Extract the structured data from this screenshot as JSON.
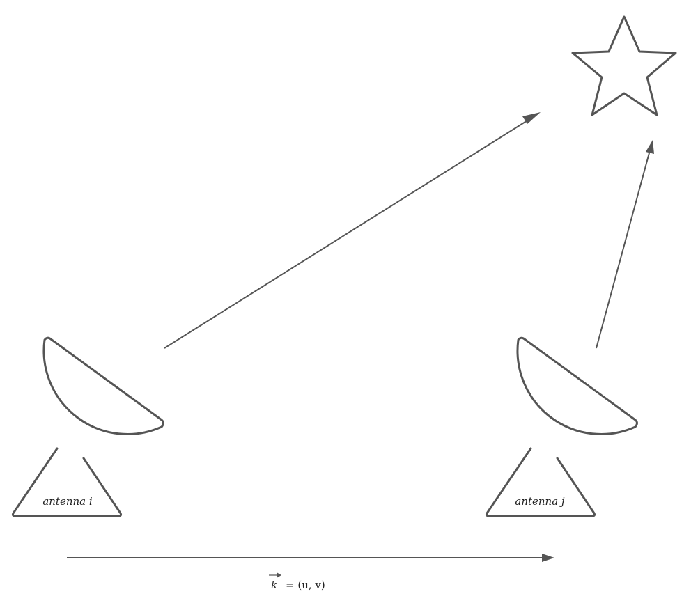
{
  "antennas": [
    {
      "id": "i",
      "label": "antenna i"
    },
    {
      "id": "j",
      "label": "antenna j"
    }
  ],
  "baseline": {
    "vector_symbol": "k",
    "equation_rhs": "= (u, v)"
  },
  "colors": {
    "stroke": "#555555",
    "text": "#222222",
    "background": "#ffffff"
  },
  "icons": {
    "source": "star-icon",
    "antenna": "radio-dish-icon"
  }
}
